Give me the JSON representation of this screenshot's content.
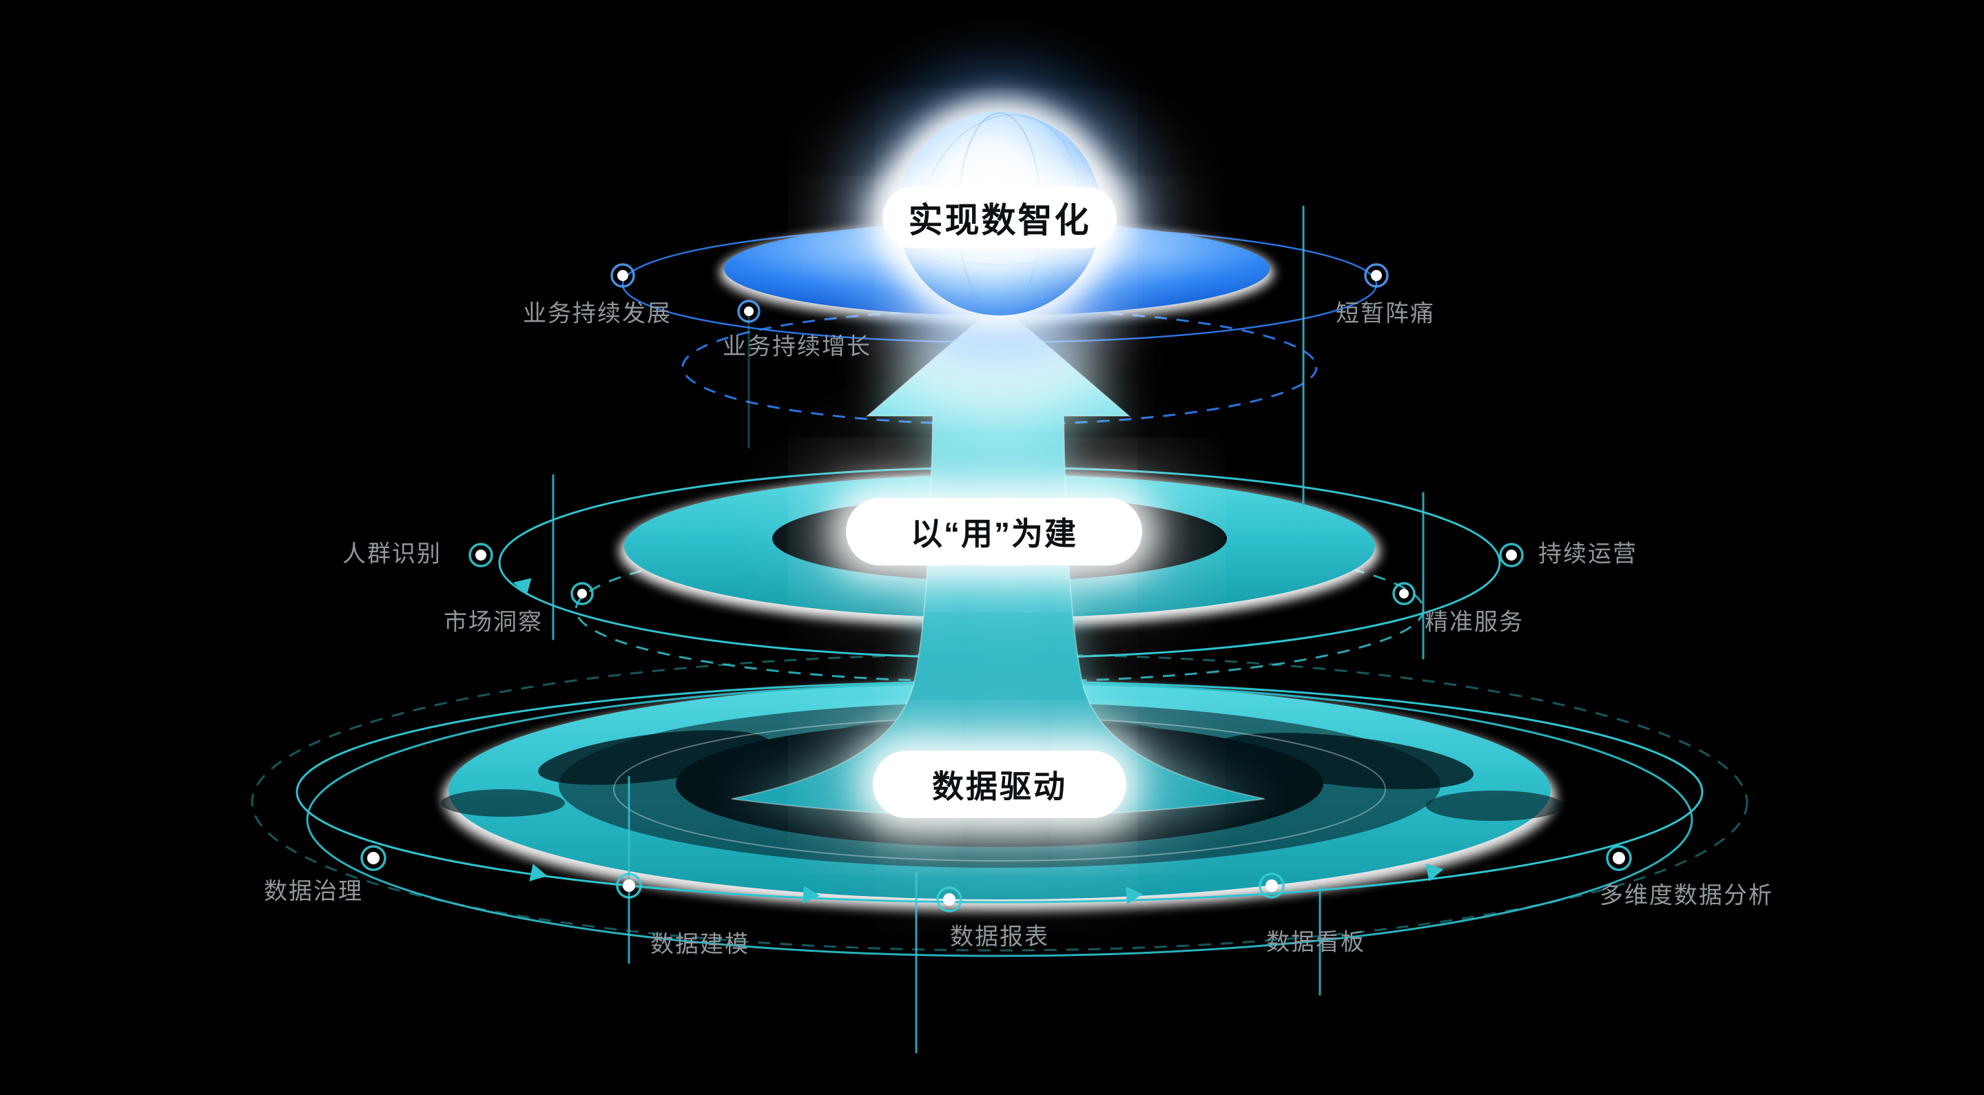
{
  "tiers": {
    "top": {
      "title": "实现数智化",
      "label_left": "业务持续发展",
      "label_bottom_left": "业务持续增长",
      "label_right": "短暂阵痛"
    },
    "middle": {
      "title": "以“用”为建",
      "label_left": "人群识别",
      "label_bottom_left": "市场洞察",
      "label_right": "持续运营",
      "label_bottom_right": "精准服务"
    },
    "bottom": {
      "title": "数据驱动",
      "label_left": "数据治理",
      "label_bottom_left": "数据建模",
      "label_bottom_center": "数据报表",
      "label_bottom_right": "数据看板",
      "label_right": "多维度数据分析"
    }
  },
  "colors": {
    "background": "#000000",
    "accent_blue": "#2f7ff5",
    "accent_teal": "#2fc3cf",
    "label_gray": "#8f979d",
    "title_text": "#0b1014",
    "glow_white": "#ffffff"
  }
}
